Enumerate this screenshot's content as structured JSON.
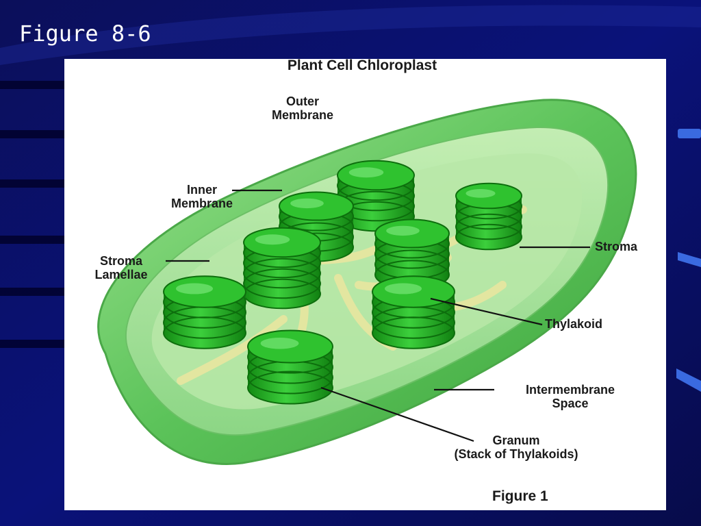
{
  "slide": {
    "title": "Figure 8-6",
    "background_color": "#0a1064",
    "accent_color": "#3a6ae0"
  },
  "figure": {
    "heading": "Plant Cell Chloroplast",
    "caption": "Figure 1",
    "labels": {
      "outer_membrane": "Outer\nMembrane",
      "inner_membrane": "Inner\nMembrane",
      "stroma_lamellae": "Stroma\nLamellae",
      "stroma": "Stroma",
      "thylakoid": "Thylakoid",
      "intermembrane_space": "Intermembrane\nSpace",
      "granum": "Granum\n(Stack of Thylakoids)"
    },
    "colors": {
      "membrane": "#7fd07a",
      "granum": "#22b022",
      "lamellae": "#e6e6a0"
    }
  }
}
